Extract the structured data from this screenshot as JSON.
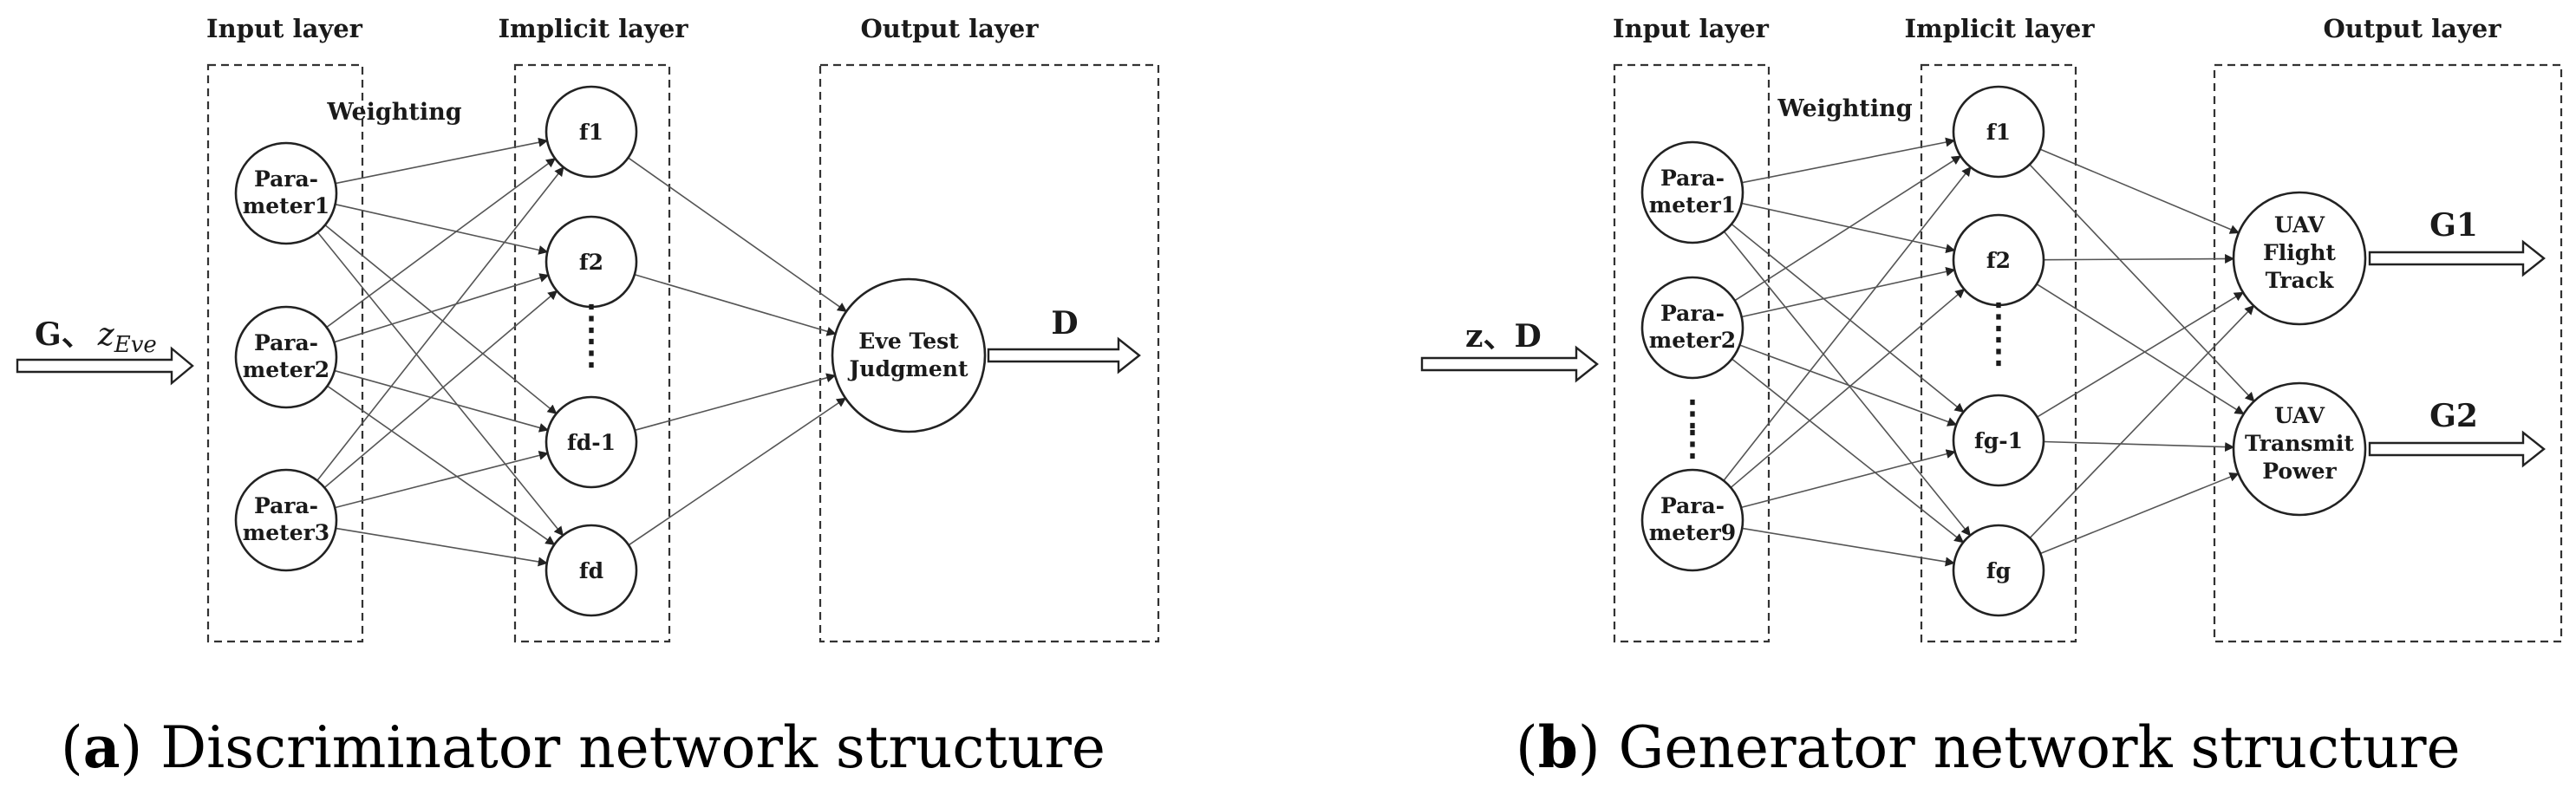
{
  "panels": [
    {
      "id": "a",
      "headers": {
        "input": "Input layer",
        "implicit": "Implicit layer",
        "output": "Output layer"
      },
      "weighting": "Weighting",
      "input_text": {
        "main": "G、",
        "var": "z",
        "sub": "Eve"
      },
      "input_nodes": [
        {
          "lines": [
            "Para-",
            "meter1"
          ]
        },
        {
          "lines": [
            "Para-",
            "meter2"
          ]
        },
        {
          "lines": [
            "Para-",
            "meter3"
          ]
        }
      ],
      "hidden_nodes": [
        "f1",
        "f2",
        "fd-1",
        "fd"
      ],
      "output_nodes": [
        {
          "lines": [
            "Eve Test",
            "Judgment"
          ],
          "label": "D"
        }
      ],
      "caption": {
        "letter": "a",
        "text": " Discriminator network structure"
      }
    },
    {
      "id": "b",
      "headers": {
        "input": "Input layer",
        "implicit": "Implicit layer",
        "output": "Output layer"
      },
      "weighting": "Weighting",
      "input_text": {
        "main": "z、D",
        "var": "",
        "sub": ""
      },
      "input_nodes": [
        {
          "lines": [
            "Para-",
            "meter1"
          ]
        },
        {
          "lines": [
            "Para-",
            "meter2"
          ]
        },
        {
          "lines": [
            "Para-",
            "meter9"
          ]
        }
      ],
      "hidden_nodes": [
        "f1",
        "f2",
        "fg-1",
        "fg"
      ],
      "output_nodes": [
        {
          "lines": [
            "UAV",
            "Flight",
            "Track"
          ],
          "label": "G1"
        },
        {
          "lines": [
            "UAV",
            "Transmit",
            "Power"
          ],
          "label": "G2"
        }
      ],
      "caption": {
        "letter": "b",
        "text": " Generator network structure"
      }
    }
  ],
  "colors": {
    "stroke": "#222222",
    "edge": "#555555",
    "text": "#1a1a1a",
    "background": "#ffffff"
  },
  "icons": [
    "hollow-arrow-icon",
    "ellipsis-vertical-icon"
  ]
}
